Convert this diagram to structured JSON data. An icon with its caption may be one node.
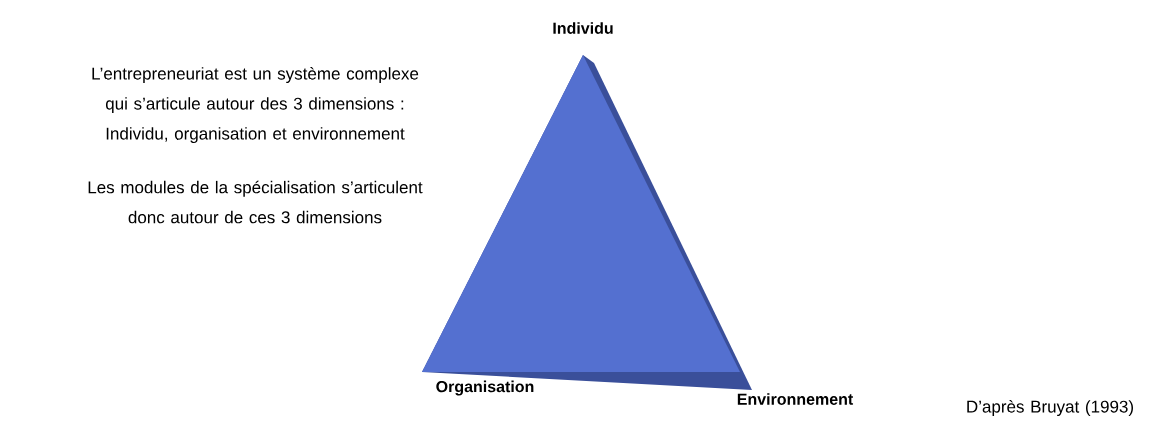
{
  "diagram": {
    "nodes": [
      {
        "text": [],
        "shape": "triangle",
        "beside": [
          "Individu",
          "Organisation",
          "Environnement"
        ]
      }
    ],
    "labels": [
      "L’entrepreneuriat est un système complexe qui s’articule autour des 3 dimensions : Individu, organisation et environnement",
      "Les modules de la spécialisation s’articulent donc autour de ces 3 dimensions",
      "D’après Bruyat (1993)"
    ]
  }
}
